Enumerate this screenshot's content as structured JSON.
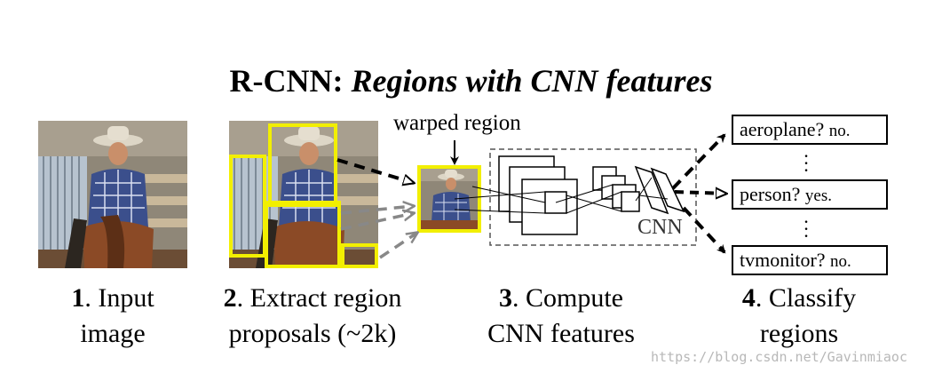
{
  "title": {
    "prefix": "R-CNN: ",
    "emphasis": "Regions with CNN features"
  },
  "steps": [
    {
      "number": "1",
      "line1": ". Input",
      "line2": "image"
    },
    {
      "number": "2",
      "line1": ". Extract region",
      "line2": "proposals (~2k)"
    },
    {
      "number": "3",
      "line1": ". Compute",
      "line2": "CNN features"
    },
    {
      "number": "4",
      "line1": ". Classify",
      "line2": "regions"
    }
  ],
  "warped_region_label": "warped region",
  "cnn_label": "CNN",
  "classes": [
    {
      "name": "aeroplane?",
      "answer": "no."
    },
    {
      "name": "person?",
      "answer": "yes."
    },
    {
      "name": "tvmonitor?",
      "answer": "no."
    }
  ],
  "colors": {
    "proposal_box": "#f2ef00",
    "arrow_black": "#000000",
    "arrow_gray": "#888888",
    "cnn_box_dashed": "#555555"
  },
  "watermark": "https://blog.csdn.net/Gavinmiaoc"
}
